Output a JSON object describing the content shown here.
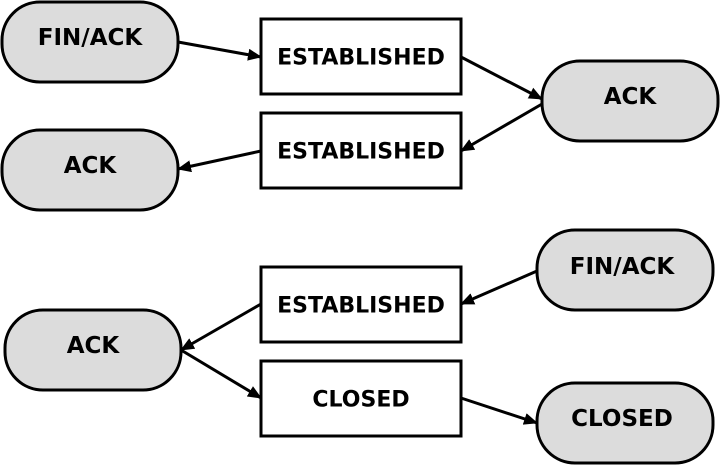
{
  "colors": {
    "pill_fill": "#dcdcdc",
    "box_fill": "#ffffff",
    "stroke": "#000000"
  },
  "packets": {
    "p1": "FIN/ACK",
    "p2": "ACK",
    "p3": "ACK",
    "p4": "FIN/ACK",
    "p5": "ACK",
    "p6": "CLOSED"
  },
  "states": {
    "s1": "ESTABLISHED",
    "s2": "ESTABLISHED",
    "s3": "ESTABLISHED",
    "s4": "CLOSED"
  }
}
